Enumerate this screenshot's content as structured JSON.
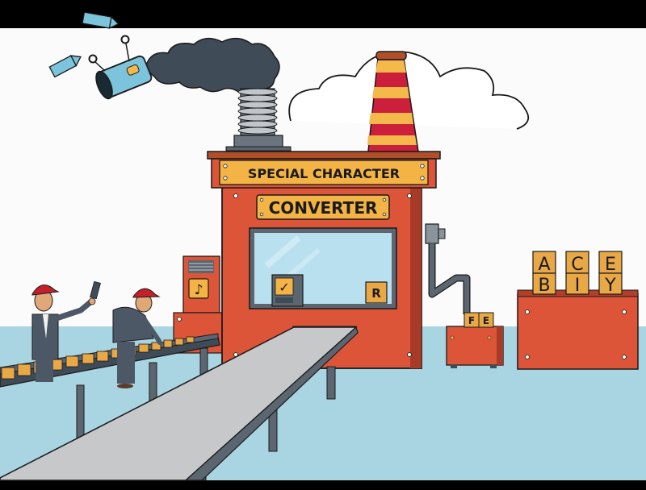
{
  "scene": {
    "title": "Special Character Converter factory illustration",
    "colors": {
      "letterbox": "#000000",
      "sky": "#fbfbfb",
      "floor": "#a9d4e2",
      "factory_red": "#dc5538",
      "factory_dark_red": "#a83a28",
      "roof_brown": "#b0502a",
      "sign_yellow": "#f3b445",
      "chimney_red": "#cc1f3c",
      "chimney_yellow": "#f4b94a",
      "smoke": "#3f4b57",
      "metal_gray": "#5b6670",
      "belt_gray": "#c7c8ca",
      "window_blue": "#b8e0ee",
      "block_tan": "#e8a845",
      "cannon_blue": "#7cc4dc",
      "helmet_red": "#c4202a",
      "worker_suit": "#4d5866"
    }
  },
  "factory": {
    "sign_top": "SPECIAL CHARACTER",
    "sign_main": "CONVERTER",
    "window_items": {
      "monitor_glyph": "✓",
      "block_letter": "R"
    },
    "side_panel_glyph": "♪"
  },
  "output": {
    "small_cart_blocks": [
      "F",
      "E"
    ],
    "stack_top_row": [
      "A",
      "C",
      "E"
    ],
    "stack_bottom_row": [
      "B",
      "I",
      "Y"
    ]
  },
  "workers": [
    {
      "role": "inspector",
      "holding": "brush"
    },
    {
      "role": "sorter",
      "holding": "blocks"
    }
  ],
  "flying_objects": [
    "crayon-left",
    "crayon-top"
  ]
}
